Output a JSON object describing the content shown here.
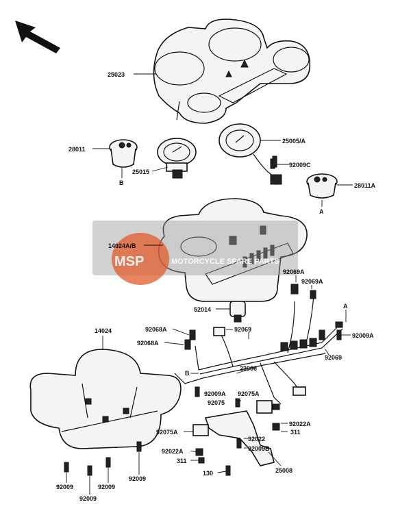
{
  "diagram": {
    "orientation_arrow": "arrow-up-left-icon",
    "watermark": {
      "logo_text": "MSP",
      "text": "MOTORCYCLE SPARE PARTS"
    },
    "labels": [
      {
        "id": "lbl-25023",
        "text": "25023"
      },
      {
        "id": "lbl-28011",
        "text": "28011"
      },
      {
        "id": "lbl-b-top",
        "text": "B"
      },
      {
        "id": "lbl-25015",
        "text": "25015"
      },
      {
        "id": "lbl-25005a",
        "text": "25005/A"
      },
      {
        "id": "lbl-92009c",
        "text": "92009C"
      },
      {
        "id": "lbl-28011a",
        "text": "28011A"
      },
      {
        "id": "lbl-a-top",
        "text": "A"
      },
      {
        "id": "lbl-14024ab",
        "text": "14024A/B"
      },
      {
        "id": "lbl-92069a-1",
        "text": "92069A"
      },
      {
        "id": "lbl-92069a-2",
        "text": "92069A"
      },
      {
        "id": "lbl-52014",
        "text": "52014"
      },
      {
        "id": "lbl-a-mid",
        "text": "A"
      },
      {
        "id": "lbl-14024",
        "text": "14024"
      },
      {
        "id": "lbl-92068a-1",
        "text": "92068A"
      },
      {
        "id": "lbl-92069-1",
        "text": "92069"
      },
      {
        "id": "lbl-92009a-r",
        "text": "92009A"
      },
      {
        "id": "lbl-92068a-2",
        "text": "92068A"
      },
      {
        "id": "lbl-92069-2",
        "text": "92069"
      },
      {
        "id": "lbl-b-mid",
        "text": "B"
      },
      {
        "id": "lbl-23006",
        "text": "23006"
      },
      {
        "id": "lbl-92009a-c",
        "text": "92009A"
      },
      {
        "id": "lbl-92075a-1",
        "text": "92075A"
      },
      {
        "id": "lbl-92075",
        "text": "92075"
      },
      {
        "id": "lbl-92022a-r",
        "text": "92022A"
      },
      {
        "id": "lbl-311-r",
        "text": "311"
      },
      {
        "id": "lbl-92075a-2",
        "text": "92075A"
      },
      {
        "id": "lbl-92022",
        "text": "92022"
      },
      {
        "id": "lbl-92009b",
        "text": "92009B"
      },
      {
        "id": "lbl-92022a-l",
        "text": "92022A"
      },
      {
        "id": "lbl-311-l",
        "text": "311"
      },
      {
        "id": "lbl-25008",
        "text": "25008"
      },
      {
        "id": "lbl-130",
        "text": "130"
      },
      {
        "id": "lbl-92009-1",
        "text": "92009"
      },
      {
        "id": "lbl-92009-2",
        "text": "92009"
      },
      {
        "id": "lbl-92009-3",
        "text": "92009"
      },
      {
        "id": "lbl-92009-4",
        "text": "92009"
      }
    ]
  }
}
